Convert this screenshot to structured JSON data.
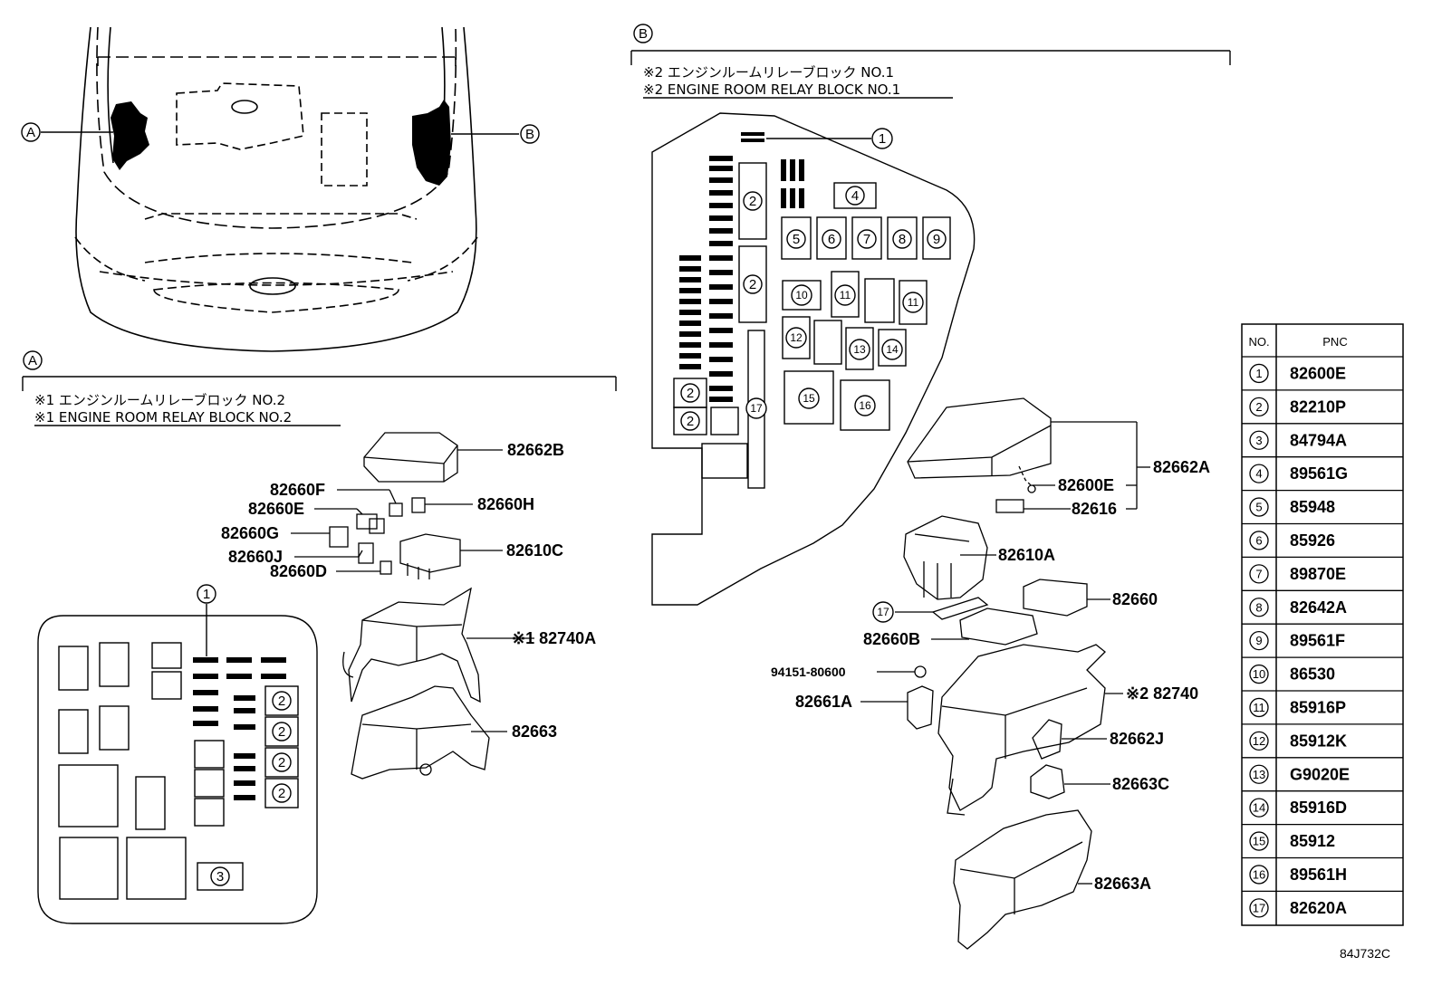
{
  "callouts": {
    "a": "A",
    "b": "B"
  },
  "section_a": {
    "header_jp": "※1 エンジンルームリレーブロック NO.2",
    "header_en": "※1 ENGINE ROOM RELAY BLOCK NO.2",
    "parts": {
      "p82662B": "82662B",
      "p82660F": "82660F",
      "p82660E": "82660E",
      "p82660H": "82660H",
      "p82660G": "82660G",
      "p82660J": "82660J",
      "p82610C": "82610C",
      "p82660D": "82660D",
      "p82740A": "※1 82740A",
      "p82663": "82663"
    },
    "block_numbers": {
      "n1": "1",
      "n2a": "2",
      "n2b": "2",
      "n2c": "2",
      "n2d": "2",
      "n3": "3"
    }
  },
  "section_b": {
    "header_jp": "※2 エンジンルームリレーブロック NO.1",
    "header_en": "※2 ENGINE ROOM RELAY BLOCK NO.1",
    "parts": {
      "p82662A": "82662A",
      "p82600E": "82600E",
      "p82616": "82616",
      "p82610A": "82610A",
      "p82660": "82660",
      "p17": "17",
      "p82660B": "82660B",
      "p94151": "94151-80600",
      "p82740": "※2 82740",
      "p82661A": "82661A",
      "p82662J": "82662J",
      "p82663C": "82663C",
      "p82663A": "82663A"
    },
    "block_numbers": {
      "n1": "1",
      "n2a": "2",
      "n2b": "2",
      "n2c": "2",
      "n2d": "2",
      "n4": "4",
      "n5": "5",
      "n6": "6",
      "n7": "7",
      "n8": "8",
      "n9": "9",
      "n10": "10",
      "n11a": "11",
      "n11b": "11",
      "n12": "12",
      "n13": "13",
      "n14": "14",
      "n15": "15",
      "n16": "16",
      "n17": "17"
    }
  },
  "table": {
    "header_no": "NO.",
    "header_pnc": "PNC",
    "rows": [
      {
        "no": "1",
        "pnc": "82600E"
      },
      {
        "no": "2",
        "pnc": "82210P"
      },
      {
        "no": "3",
        "pnc": "84794A"
      },
      {
        "no": "4",
        "pnc": "89561G"
      },
      {
        "no": "5",
        "pnc": "85948"
      },
      {
        "no": "6",
        "pnc": "85926"
      },
      {
        "no": "7",
        "pnc": "89870E"
      },
      {
        "no": "8",
        "pnc": "82642A"
      },
      {
        "no": "9",
        "pnc": "89561F"
      },
      {
        "no": "10",
        "pnc": "86530"
      },
      {
        "no": "11",
        "pnc": "85916P"
      },
      {
        "no": "12",
        "pnc": "85912K"
      },
      {
        "no": "13",
        "pnc": "G9020E"
      },
      {
        "no": "14",
        "pnc": "85916D"
      },
      {
        "no": "15",
        "pnc": "85912"
      },
      {
        "no": "16",
        "pnc": "89561H"
      },
      {
        "no": "17",
        "pnc": "82620A"
      }
    ]
  },
  "figure_code": "84J732C"
}
